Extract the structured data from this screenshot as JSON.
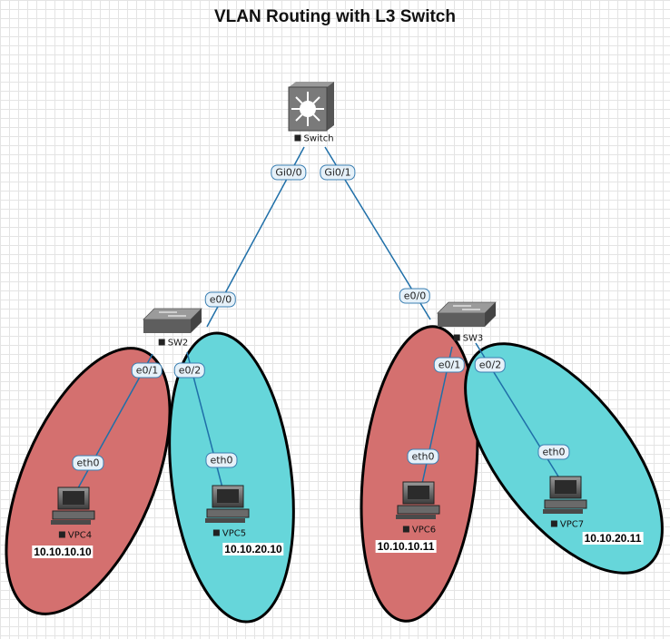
{
  "title": "VLAN Routing with L3 Switch",
  "nodes": {
    "l3switch": "Switch",
    "sw2": "SW2",
    "sw3": "SW3",
    "vpc4": "VPC4",
    "vpc5": "VPC5",
    "vpc6": "VPC6",
    "vpc7": "VPC7"
  },
  "ports": {
    "gi00": "Gi0/0",
    "gi01": "Gi0/1",
    "sw2_e00": "e0/0",
    "sw2_e01": "e0/1",
    "sw2_e02": "e0/2",
    "sw3_e00": "e0/0",
    "sw3_e01": "e0/1",
    "sw3_e02": "e0/2",
    "vpc4_eth0": "eth0",
    "vpc5_eth0": "eth0",
    "vpc6_eth0": "eth0",
    "vpc7_eth0": "eth0"
  },
  "ips": {
    "vpc4": "10.10.10.10",
    "vpc5": "10.10.20.10",
    "vpc6": "10.10.10.11",
    "vpc7": "10.10.20.11"
  },
  "colors": {
    "vlan10": "#d4706f",
    "vlan20": "#66d6da",
    "link": "#1f6fa8",
    "border": "#000000"
  }
}
